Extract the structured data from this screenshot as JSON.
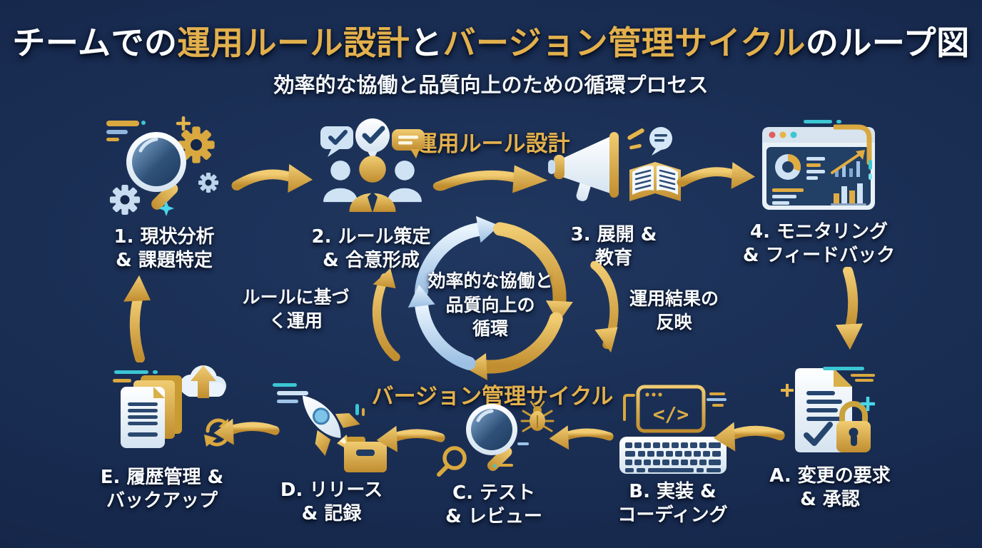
{
  "title": {
    "segments": [
      {
        "text": "チームでの",
        "color": "#ffffff"
      },
      {
        "text": "運用ルール設計",
        "color": "#e2b04d"
      },
      {
        "text": "と",
        "color": "#ffffff"
      },
      {
        "text": "バージョン管理サイクル",
        "color": "#e2b04d"
      },
      {
        "text": "のループ図",
        "color": "#ffffff"
      }
    ],
    "subtitle": "効率的な協働と品質向上のための循環プロセス"
  },
  "sections": {
    "top_label": "運用ルール設計",
    "bottom_label": "バージョン管理サイクル"
  },
  "center_cycle": {
    "lines": [
      "効率的な協働と",
      "品質向上の",
      "循環"
    ]
  },
  "connectors": {
    "left_label_lines": [
      "ルールに基づ",
      "く運用"
    ],
    "right_label_lines": [
      "運用結果の",
      "反映"
    ]
  },
  "top_steps": [
    {
      "id": "1",
      "icon": "magnifier-gears",
      "lines": [
        "1. 現状分析",
        "& 課題特定"
      ]
    },
    {
      "id": "2",
      "icon": "team-agreement",
      "lines": [
        "2. ルール策定",
        "& 合意形成"
      ]
    },
    {
      "id": "3",
      "icon": "megaphone-book",
      "lines": [
        "3. 展開 &",
        "教育"
      ]
    },
    {
      "id": "4",
      "icon": "dashboard-monitoring",
      "lines": [
        "4. モニタリング",
        "& フィードバック"
      ]
    }
  ],
  "bottom_steps": [
    {
      "id": "A",
      "icon": "document-lock",
      "lines": [
        "A. 変更の要求",
        "& 承認"
      ]
    },
    {
      "id": "B",
      "icon": "keyboard-code",
      "lines": [
        "B. 実装 &",
        "コーディング"
      ]
    },
    {
      "id": "C",
      "icon": "magnifier-bug",
      "lines": [
        "C. テスト",
        "& レビュー"
      ]
    },
    {
      "id": "D",
      "icon": "rocket-folder",
      "lines": [
        "D. リリース",
        "& 記録"
      ]
    },
    {
      "id": "E",
      "icon": "documents-cloud-backup",
      "lines": [
        "E. 履歴管理 &",
        "バックアップ"
      ]
    }
  ],
  "colors": {
    "background": "#182b50",
    "gold": "#e2b04d",
    "text_white": "#f8fbfe",
    "light_blue": "#c3d9ee",
    "accent_cyan": "#3bc6d4"
  }
}
